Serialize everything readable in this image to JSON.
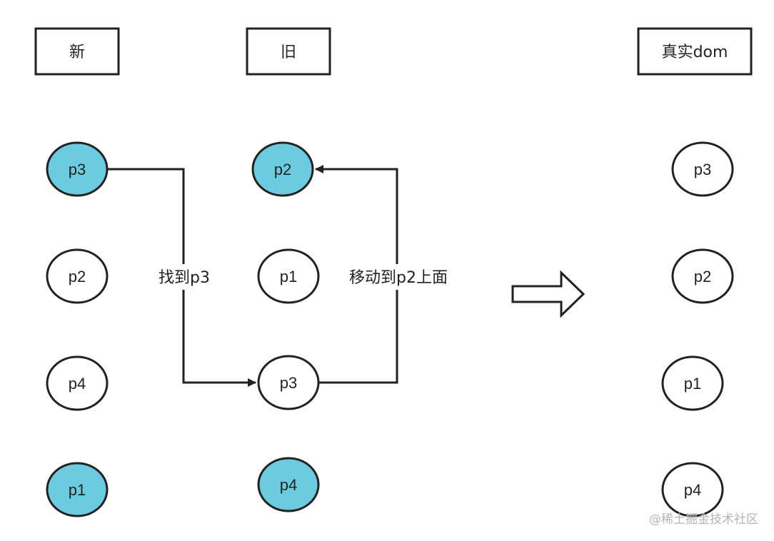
{
  "headers": {
    "new": "新",
    "old": "旧",
    "real": "真实dom"
  },
  "columns": {
    "new": [
      {
        "label": "p3",
        "highlighted": true
      },
      {
        "label": "p2",
        "highlighted": false
      },
      {
        "label": "p4",
        "highlighted": false
      },
      {
        "label": "p1",
        "highlighted": true
      }
    ],
    "old": [
      {
        "label": "p2",
        "highlighted": true
      },
      {
        "label": "p1",
        "highlighted": false
      },
      {
        "label": "p3",
        "highlighted": false
      },
      {
        "label": "p4",
        "highlighted": true
      }
    ],
    "real": [
      {
        "label": "p3",
        "highlighted": false
      },
      {
        "label": "p2",
        "highlighted": false
      },
      {
        "label": "p1",
        "highlighted": false
      },
      {
        "label": "p4",
        "highlighted": false
      }
    ]
  },
  "annotations": {
    "find": "找到p3",
    "move": "移动到p2上面"
  },
  "colors": {
    "highlight": "#6ccbe0",
    "stroke": "#222222",
    "plain": "#ffffff"
  },
  "watermark": "@稀土掘金技术社区"
}
